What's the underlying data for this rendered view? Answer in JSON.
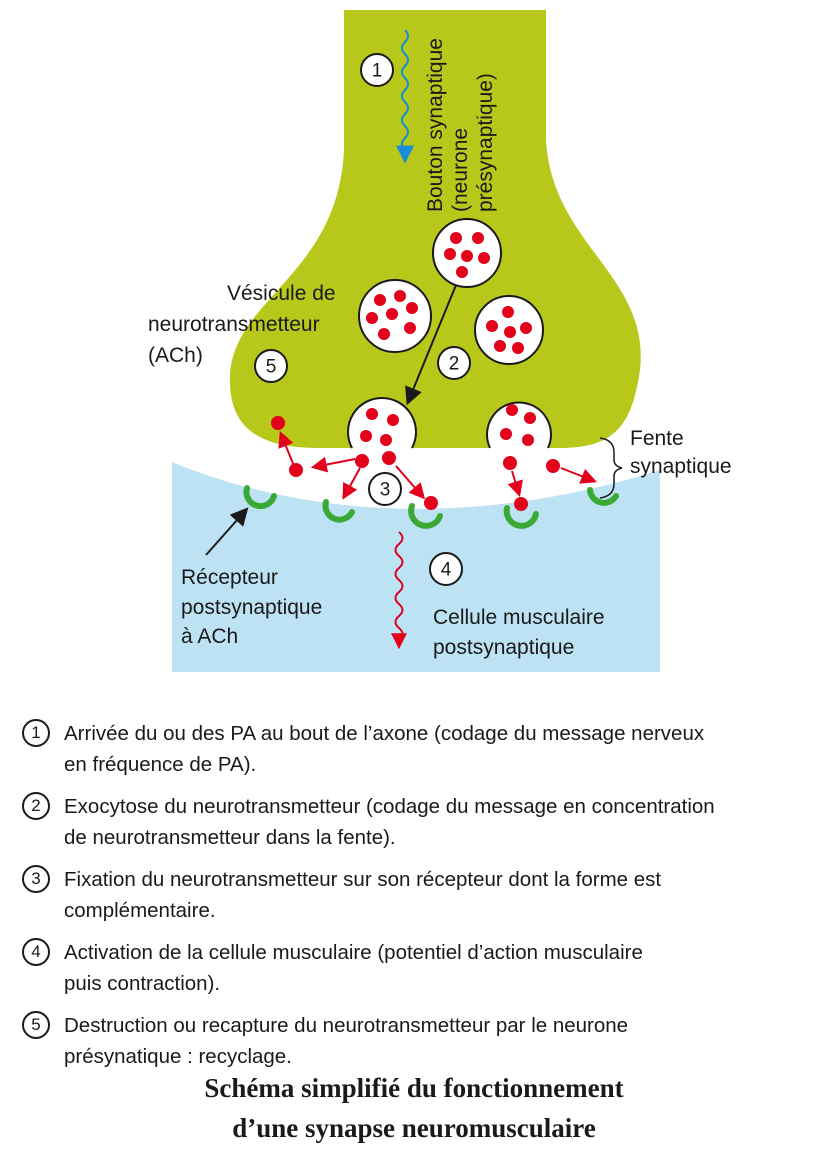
{
  "colors": {
    "presynaptic": "#b8c81a",
    "postsynaptic": "#bde2f4",
    "neurotransmitter": "#e2001a",
    "receptor": "#3aa935",
    "action_potential": "#1a8cd8"
  },
  "icons": [
    "wavy-arrow-icon",
    "vesicle-icon",
    "receptor-icon"
  ],
  "labels": {
    "bouton_line1": "Bouton synaptique",
    "bouton_line2": "(neurone",
    "bouton_line3": "présynaptique)",
    "vesicle_line1": "Vésicule de",
    "vesicle_line2": "neurotransmetteur",
    "vesicle_line3": "(ACh)",
    "fente_line1": "Fente",
    "fente_line2": "synaptique",
    "receptor_line1": "Récepteur",
    "receptor_line2": "postsynaptique",
    "receptor_line3": "à ACh",
    "cell_line1": "Cellule musculaire",
    "cell_line2": "postsynaptique"
  },
  "step_numbers": [
    "1",
    "2",
    "3",
    "4",
    "5"
  ],
  "legend": [
    {
      "num": "1",
      "text": "Arrivée du ou des PA au bout de l’axone (codage du message nerveux\nen fréquence de PA)."
    },
    {
      "num": "2",
      "text": "Exocytose du neurotransmetteur (codage du message en concentration\nde neurotransmetteur dans la fente)."
    },
    {
      "num": "3",
      "text": "Fixation du neurotransmetteur sur son récepteur dont la forme est\ncomplémentaire."
    },
    {
      "num": "4",
      "text": "Activation de la cellule musculaire (potentiel d’action musculaire\npuis contraction)."
    },
    {
      "num": "5",
      "text": "Destruction ou recapture du neurotransmetteur par le neurone\nprésynatique : recyclage."
    }
  ],
  "caption": "Schéma simplifié du fonctionnement\nd’une synapse neuromusculaire"
}
